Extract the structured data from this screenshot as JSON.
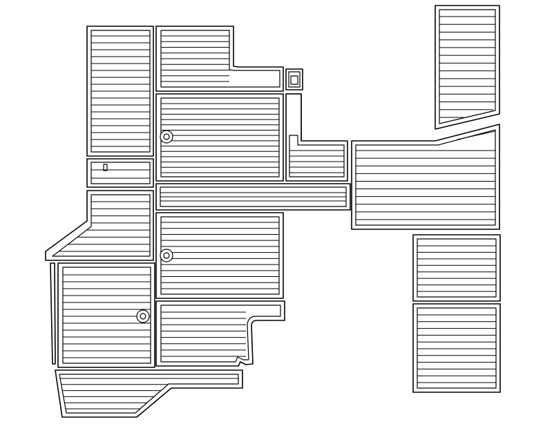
{
  "drawing": {
    "description_visible_text": "",
    "line_color": "#000000",
    "background_color": "#ffffff",
    "pieces": [
      {
        "id": "left-tall-panel",
        "groove_count": 17
      },
      {
        "id": "top-middle-panel",
        "groove_count": 9
      },
      {
        "id": "small-square-insert",
        "groove_count": 0
      },
      {
        "id": "left-small-panel",
        "groove_count": 2
      },
      {
        "id": "center-upper-panel",
        "groove_count": 14
      },
      {
        "id": "narrow-strip-insert",
        "groove_count": 0
      },
      {
        "id": "step-panel",
        "groove_count": 5
      },
      {
        "id": "long-horizontal-strip",
        "groove_count": 3
      },
      {
        "id": "right-top-trapezoid-panel",
        "groove_count": 14
      },
      {
        "id": "right-middle-wide-panel",
        "groove_count": 10
      },
      {
        "id": "left-angled-panel",
        "groove_count": 8
      },
      {
        "id": "center-middle-panel",
        "groove_count": 12
      },
      {
        "id": "left-lower-panel",
        "groove_count": 13
      },
      {
        "id": "thin-left-sliver",
        "groove_count": 0
      },
      {
        "id": "center-lower-notched-panel",
        "groove_count": 8
      },
      {
        "id": "right-square-panel-upper",
        "groove_count": 8
      },
      {
        "id": "right-square-panel-lower",
        "groove_count": 11
      },
      {
        "id": "bottom-tapered-panel",
        "groove_count": 6
      }
    ],
    "drain_holes": 3,
    "icons": [
      "drain-hole-icon"
    ]
  }
}
